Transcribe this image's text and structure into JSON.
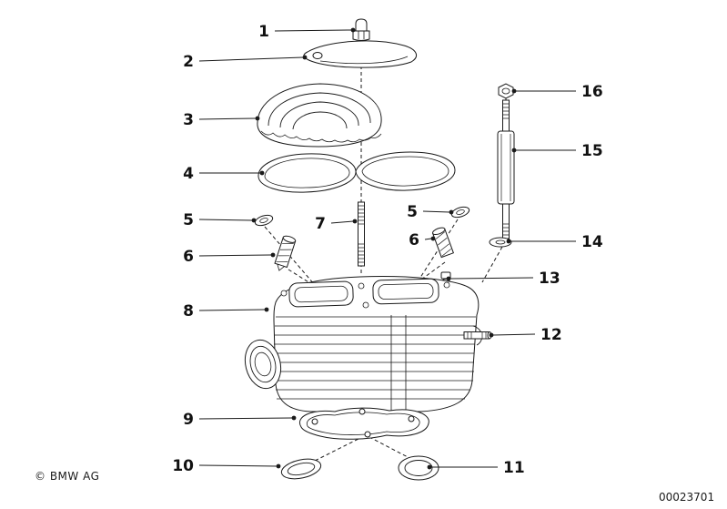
{
  "page": {
    "background": "#ffffff",
    "line_color": "#1a1a1a",
    "copyright": "© BMW AG",
    "doc_number": "00023701"
  },
  "diagram": {
    "callouts": [
      {
        "label": "1"
      },
      {
        "label": "2"
      },
      {
        "label": "3"
      },
      {
        "label": "4"
      },
      {
        "label": "5"
      },
      {
        "label": "6"
      },
      {
        "label": "7"
      },
      {
        "label": "5"
      },
      {
        "label": "6"
      },
      {
        "label": "8"
      },
      {
        "label": "9"
      },
      {
        "label": "10"
      },
      {
        "label": "11"
      },
      {
        "label": "12"
      },
      {
        "label": "13"
      },
      {
        "label": "14"
      },
      {
        "label": "15"
      },
      {
        "label": "16"
      }
    ]
  }
}
